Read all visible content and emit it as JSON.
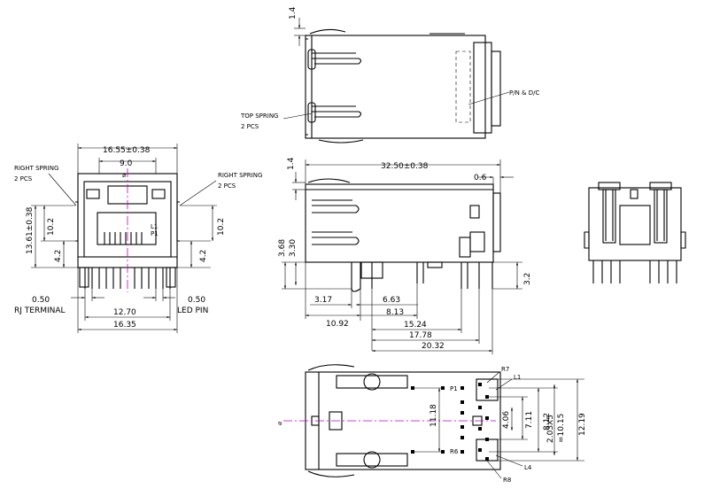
{
  "top_view": {
    "dim_height": "1.4",
    "note_top_spring": "TOP SPRING",
    "note_top_spring_qty": "2 PCS",
    "note_pn": "P/N & D/C"
  },
  "front_view": {
    "dim_width": "16.55±0.38",
    "dim_inner": "9.0",
    "note_right_spring_left": "RIGHT SPRING",
    "note_right_spring_left_qty": "2 PCS",
    "note_right_spring_right": "RIGHT SPRING",
    "note_right_spring_right_qty": "2 PCS",
    "dim_height_total": "13.61±0.38",
    "dim_left_10_2": "10.2",
    "dim_left_4_2": "4.2",
    "dim_right_4_2": "4.2",
    "dim_right_10_2": "10.2",
    "label_l1": "L1",
    "label_p1": "P1",
    "dim_rj_terminal_value": "0.50",
    "dim_rj_terminal_label": "RJ TERMINAL",
    "dim_led_pin_value": "0.50",
    "dim_led_pin_label": "LED PIN",
    "dim_12_70": "12.70",
    "dim_16_35": "16.35"
  },
  "side_view": {
    "dim_length": "32.50±0.38",
    "dim_0_6": "0.6",
    "dim_1_4": "1.4",
    "dim_3_68": "3.68",
    "dim_3_30": "3.30",
    "dim_3_2": "3.2",
    "dim_3_17": "3.17",
    "dim_6_63": "6.63",
    "dim_10_92": "10.92",
    "dim_8_13": "8.13",
    "dim_15_24": "15.24",
    "dim_17_78": "17.78",
    "dim_20_32": "20.32"
  },
  "bottom_view": {
    "label_r7": "R7",
    "label_l1": "L1",
    "label_p1": "P1",
    "label_r6": "R6",
    "label_l4": "L4",
    "label_r8": "R8",
    "dim_11_18": "11.18",
    "dim_4_06": "4.06",
    "dim_7_11": "7.11",
    "dim_8_12": "8.12",
    "dim_2_03x5": "2.03X5",
    "dim_10_15": "=10.15",
    "dim_12_19": "12.19"
  }
}
